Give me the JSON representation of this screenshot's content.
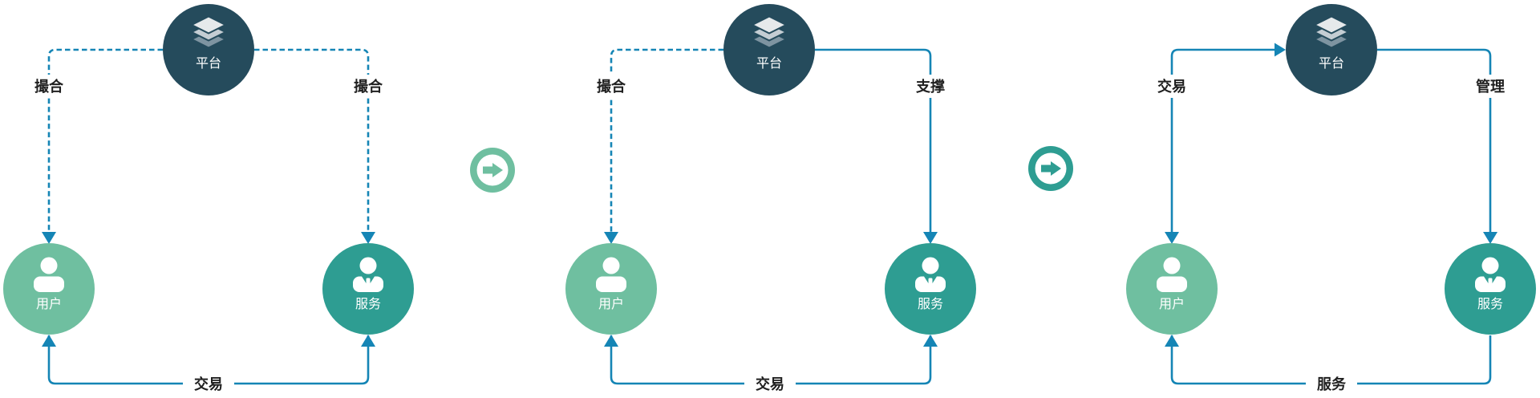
{
  "colors": {
    "platform_circle": "#254B5C",
    "user_circle": "#6FBFA0",
    "service_circle": "#2E9D92",
    "line": "#1585B5",
    "label_text": "#1F1F1F",
    "arrow_icon_1": "#6FBFA0",
    "arrow_icon_2": "#2E9D92",
    "layers_top": "#E6E9EB",
    "layers_middle": "#C4CDD3",
    "layers_bottom": "#7E94A1"
  },
  "diagrams": [
    {
      "platform": "平台",
      "user": "用户",
      "service": "服务",
      "left_edge": {
        "label": "撮合",
        "style": "dashed",
        "direction": "platform-to-user"
      },
      "right_edge": {
        "label": "撮合",
        "style": "dashed",
        "direction": "platform-to-service"
      },
      "bottom_edge": {
        "label": "交易",
        "style": "solid",
        "direction": "bidirectional"
      }
    },
    {
      "platform": "平台",
      "user": "用户",
      "service": "服务",
      "left_edge": {
        "label": "撮合",
        "style": "dashed",
        "direction": "platform-to-user"
      },
      "right_edge": {
        "label": "支撑",
        "style": "solid",
        "direction": "platform-to-service"
      },
      "bottom_edge": {
        "label": "交易",
        "style": "solid",
        "direction": "bidirectional"
      }
    },
    {
      "platform": "平台",
      "user": "用户",
      "service": "服务",
      "left_edge": {
        "label": "交易",
        "style": "solid",
        "direction": "bidirectional"
      },
      "right_edge": {
        "label": "管理",
        "style": "solid",
        "direction": "platform-to-service"
      },
      "bottom_edge": {
        "label": "服务",
        "style": "solid",
        "direction": "service-to-user"
      }
    }
  ],
  "connectors": [
    {
      "icon": "arrow-right-circle"
    },
    {
      "icon": "arrow-right-circle"
    }
  ]
}
